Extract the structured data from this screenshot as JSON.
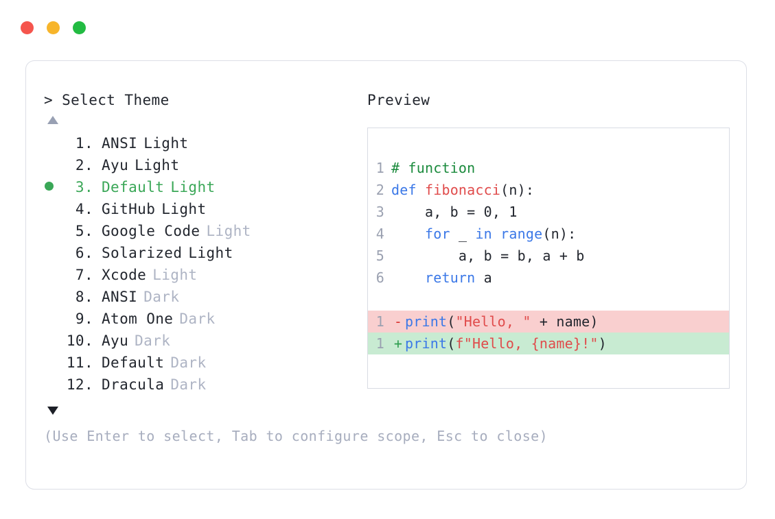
{
  "window": {
    "traffic_lights": [
      {
        "name": "close",
        "color": "#f5554d"
      },
      {
        "name": "minimize",
        "color": "#f7b52b"
      },
      {
        "name": "maximize",
        "color": "#22bb42"
      }
    ]
  },
  "left_panel": {
    "prompt_symbol": ">",
    "prompt_label": "Select Theme",
    "scroll_up_icon": "triangle-up",
    "scroll_down_icon": "triangle-down",
    "selected_index": 3,
    "selected_color": "#3aa757",
    "muted_color": "#aeb4c4",
    "items": [
      {
        "index": "1",
        "name": "ANSI",
        "suffix": "Light",
        "suffix_muted": false,
        "selected": false
      },
      {
        "index": "2",
        "name": "Ayu",
        "suffix": "Light",
        "suffix_muted": false,
        "selected": false
      },
      {
        "index": "3",
        "name": "Default",
        "suffix": "Light",
        "suffix_muted": false,
        "selected": true
      },
      {
        "index": "4",
        "name": "GitHub",
        "suffix": "Light",
        "suffix_muted": false,
        "selected": false
      },
      {
        "index": "5",
        "name": "Google Code",
        "suffix": "Light",
        "suffix_muted": true,
        "selected": false
      },
      {
        "index": "6",
        "name": "Solarized",
        "suffix": "Light",
        "suffix_muted": false,
        "selected": false
      },
      {
        "index": "7",
        "name": "Xcode",
        "suffix": "Light",
        "suffix_muted": true,
        "selected": false
      },
      {
        "index": "8",
        "name": "ANSI",
        "suffix": "Dark",
        "suffix_muted": true,
        "selected": false
      },
      {
        "index": "9",
        "name": "Atom One",
        "suffix": "Dark",
        "suffix_muted": true,
        "selected": false
      },
      {
        "index": "10",
        "name": "Ayu",
        "suffix": "Dark",
        "suffix_muted": true,
        "selected": false
      },
      {
        "index": "11",
        "name": "Default",
        "suffix": "Dark",
        "suffix_muted": true,
        "selected": false
      },
      {
        "index": "12",
        "name": "Dracula",
        "suffix": "Dark",
        "suffix_muted": true,
        "selected": false
      }
    ]
  },
  "right_panel": {
    "label": "Preview",
    "code_lines": [
      {
        "ln": "1",
        "tokens": [
          {
            "t": "# function",
            "c": "comment"
          }
        ]
      },
      {
        "ln": "2",
        "tokens": [
          {
            "t": "def ",
            "c": "kw"
          },
          {
            "t": "fibonacci",
            "c": "fn"
          },
          {
            "t": "(n):",
            "c": "plain"
          }
        ]
      },
      {
        "ln": "3",
        "tokens": [
          {
            "t": "    a, b = ",
            "c": "plain"
          },
          {
            "t": "0",
            "c": "num"
          },
          {
            "t": ", ",
            "c": "plain"
          },
          {
            "t": "1",
            "c": "num"
          }
        ]
      },
      {
        "ln": "4",
        "tokens": [
          {
            "t": "    ",
            "c": "plain"
          },
          {
            "t": "for",
            "c": "kw"
          },
          {
            "t": " _ ",
            "c": "plain"
          },
          {
            "t": "in",
            "c": "kw"
          },
          {
            "t": " ",
            "c": "plain"
          },
          {
            "t": "range",
            "c": "builtin"
          },
          {
            "t": "(n):",
            "c": "plain"
          }
        ]
      },
      {
        "ln": "5",
        "tokens": [
          {
            "t": "        a, b = b, a + b",
            "c": "plain"
          }
        ]
      },
      {
        "ln": "6",
        "tokens": [
          {
            "t": "    ",
            "c": "plain"
          },
          {
            "t": "return",
            "c": "kw"
          },
          {
            "t": " a",
            "c": "plain"
          }
        ]
      }
    ],
    "diff_lines": [
      {
        "ln": "1",
        "sign": "-",
        "kind": "del",
        "tokens": [
          {
            "t": "print",
            "c": "builtin"
          },
          {
            "t": "(",
            "c": "plain"
          },
          {
            "t": "\"Hello, \"",
            "c": "str"
          },
          {
            "t": " + name)",
            "c": "plain"
          }
        ]
      },
      {
        "ln": "1",
        "sign": "+",
        "kind": "add",
        "tokens": [
          {
            "t": "print",
            "c": "builtin"
          },
          {
            "t": "(",
            "c": "plain"
          },
          {
            "t": "f\"Hello, {name}!\"",
            "c": "str"
          },
          {
            "t": ")",
            "c": "plain"
          }
        ]
      }
    ],
    "diff_del_bg": "#f9cfcf",
    "diff_add_bg": "#c8ebd2"
  },
  "footer": {
    "hint": "(Use Enter to select, Tab to configure scope, Esc to close)"
  }
}
